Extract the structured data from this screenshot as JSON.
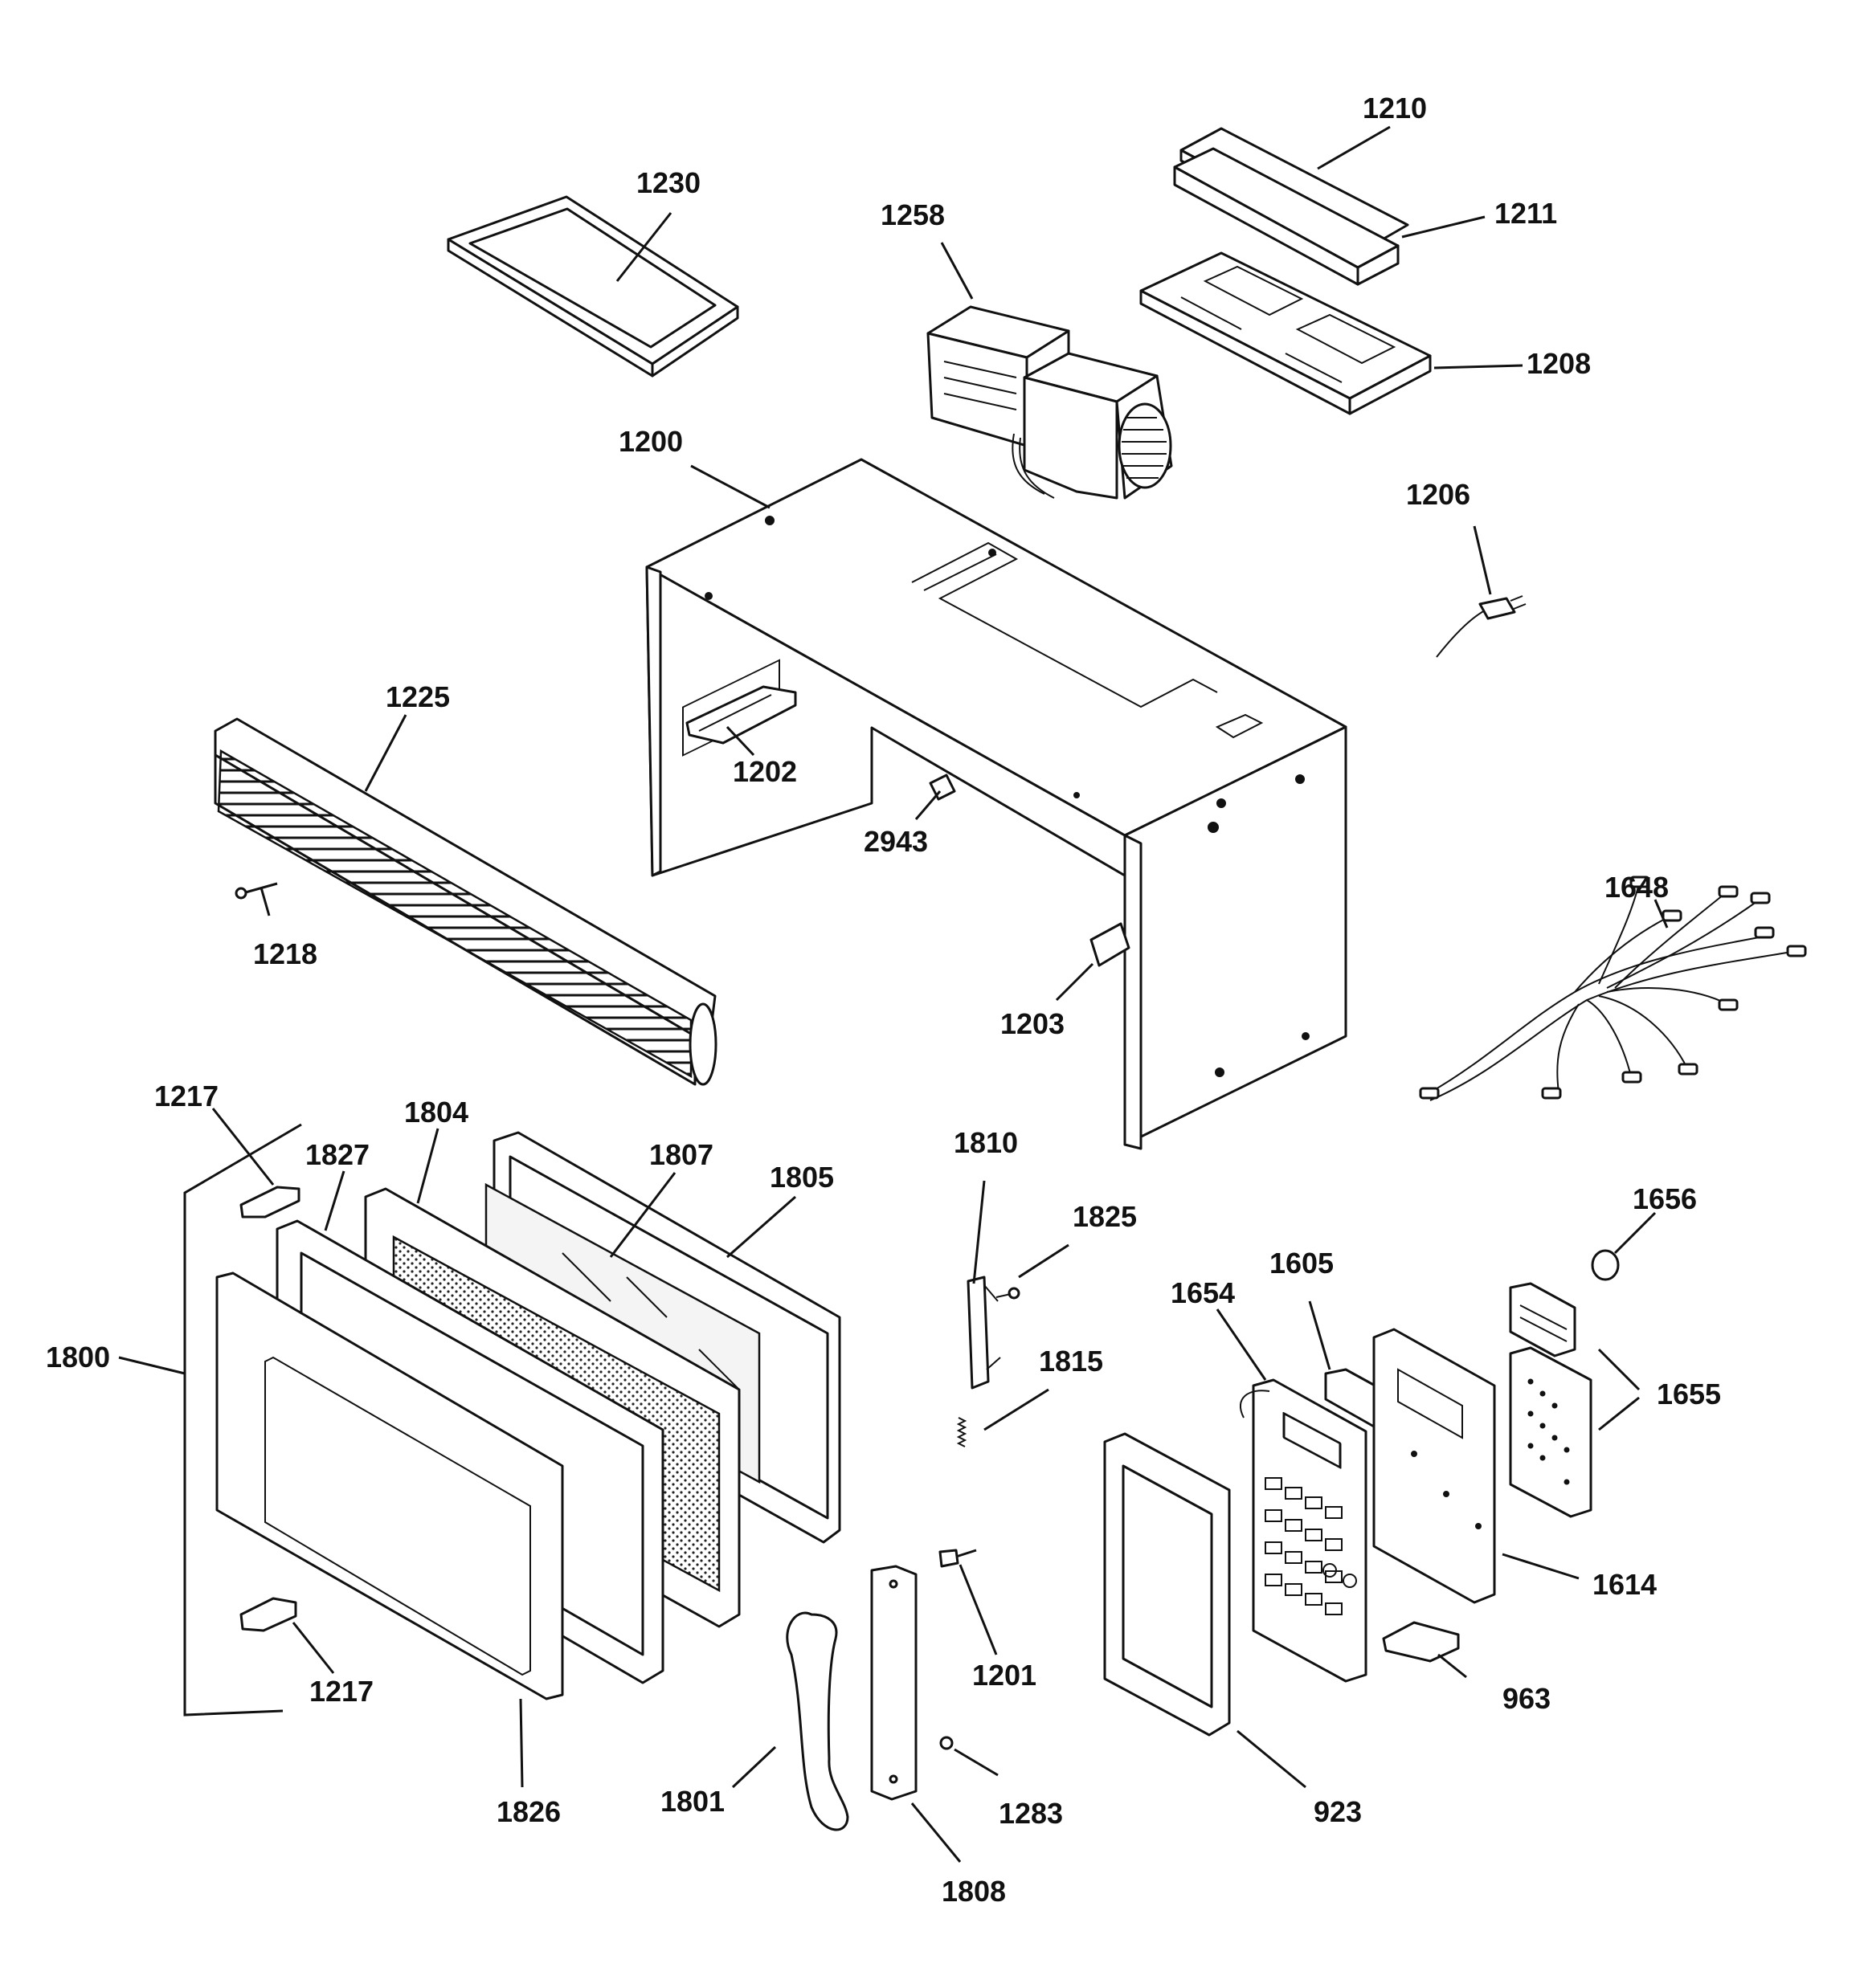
{
  "parts": [
    {
      "number": "1210"
    },
    {
      "number": "1230"
    },
    {
      "number": "1258"
    },
    {
      "number": "1211"
    },
    {
      "number": "1208"
    },
    {
      "number": "1200"
    },
    {
      "number": "1206"
    },
    {
      "number": "1225"
    },
    {
      "number": "1202"
    },
    {
      "number": "2943"
    },
    {
      "number": "1648"
    },
    {
      "number": "1218"
    },
    {
      "number": "1203"
    },
    {
      "number": "1217"
    },
    {
      "number": "1804"
    },
    {
      "number": "1810"
    },
    {
      "number": "1827"
    },
    {
      "number": "1807"
    },
    {
      "number": "1805"
    },
    {
      "number": "1825"
    },
    {
      "number": "1656"
    },
    {
      "number": "1605"
    },
    {
      "number": "1654"
    },
    {
      "number": "1800"
    },
    {
      "number": "1815"
    },
    {
      "number": "1655"
    },
    {
      "number": "1614"
    },
    {
      "number": "1201"
    },
    {
      "number": "1217"
    },
    {
      "number": "963"
    },
    {
      "number": "1283"
    },
    {
      "number": "1801"
    },
    {
      "number": "1826"
    },
    {
      "number": "923"
    },
    {
      "number": "1808"
    }
  ],
  "colors": {
    "ink": "#111111",
    "paper": "#ffffff"
  }
}
